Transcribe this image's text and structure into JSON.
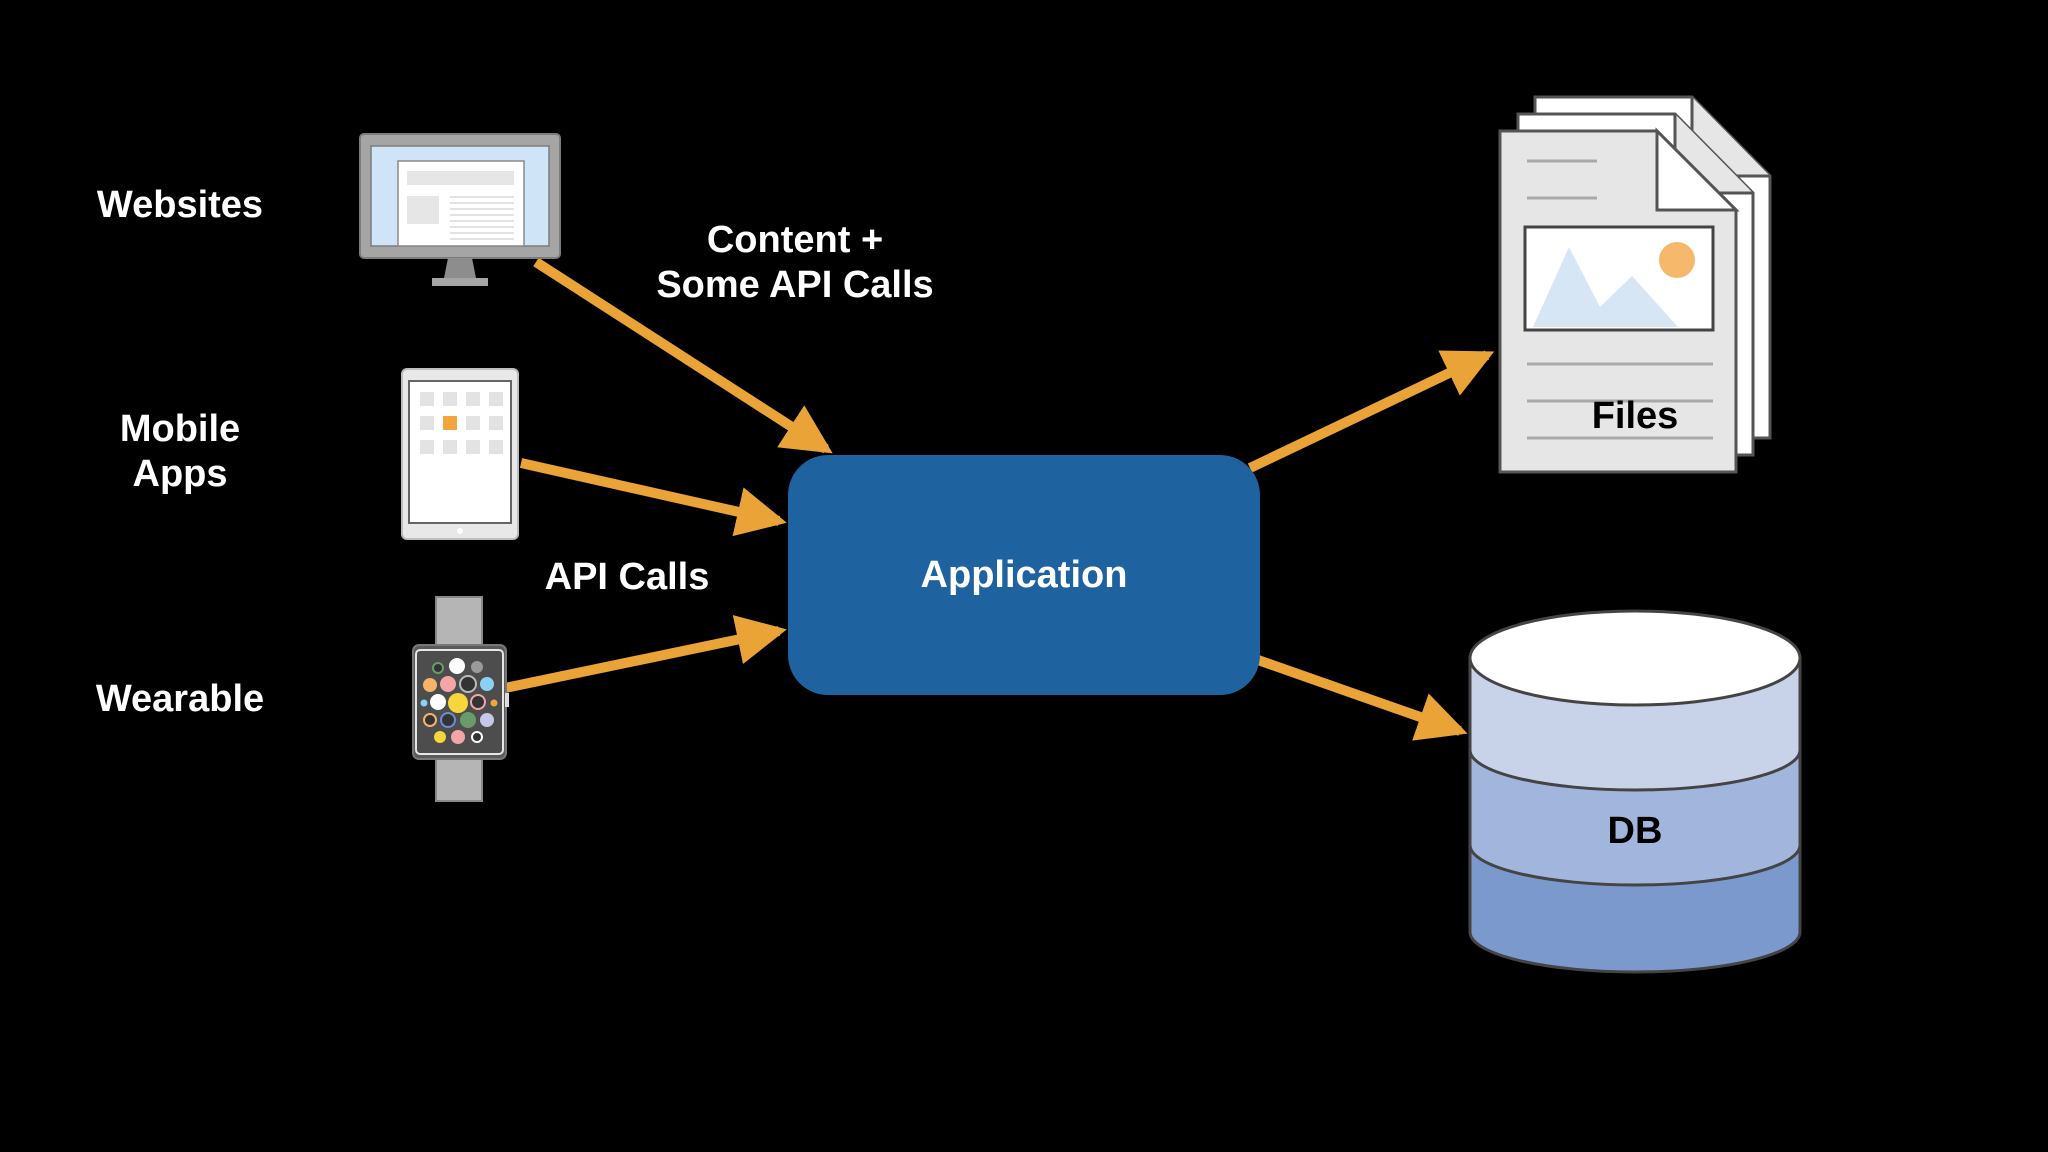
{
  "sources": [
    {
      "label": "Websites",
      "icon": "desktop-monitor-icon"
    },
    {
      "label": "Mobile\nApps",
      "label_lines": [
        "Mobile",
        "Apps"
      ],
      "icon": "tablet-icon"
    },
    {
      "label": "Wearable",
      "icon": "smartwatch-icon"
    }
  ],
  "annotations": {
    "content_lines": [
      "Content +",
      "Some API Calls"
    ],
    "api_calls": "API Calls"
  },
  "center": {
    "label": "Application",
    "color": "#1f62a0"
  },
  "targets": {
    "files": {
      "label": "Files",
      "icon": "documents-stack-icon"
    },
    "db": {
      "label": "DB",
      "icon": "database-cylinder-icon",
      "layer_colors": [
        "#c8d3ea",
        "#a2b5dc",
        "#7b99cc"
      ]
    }
  },
  "colors": {
    "background": "#000000",
    "arrow": "#eaa337",
    "text": "#ffffff",
    "icon_outline": "#4a4a4a"
  },
  "edges": [
    {
      "from": "Websites",
      "to": "Application"
    },
    {
      "from": "Mobile Apps",
      "to": "Application"
    },
    {
      "from": "Wearable",
      "to": "Application"
    },
    {
      "from": "Application",
      "to": "Files"
    },
    {
      "from": "Application",
      "to": "DB"
    }
  ]
}
